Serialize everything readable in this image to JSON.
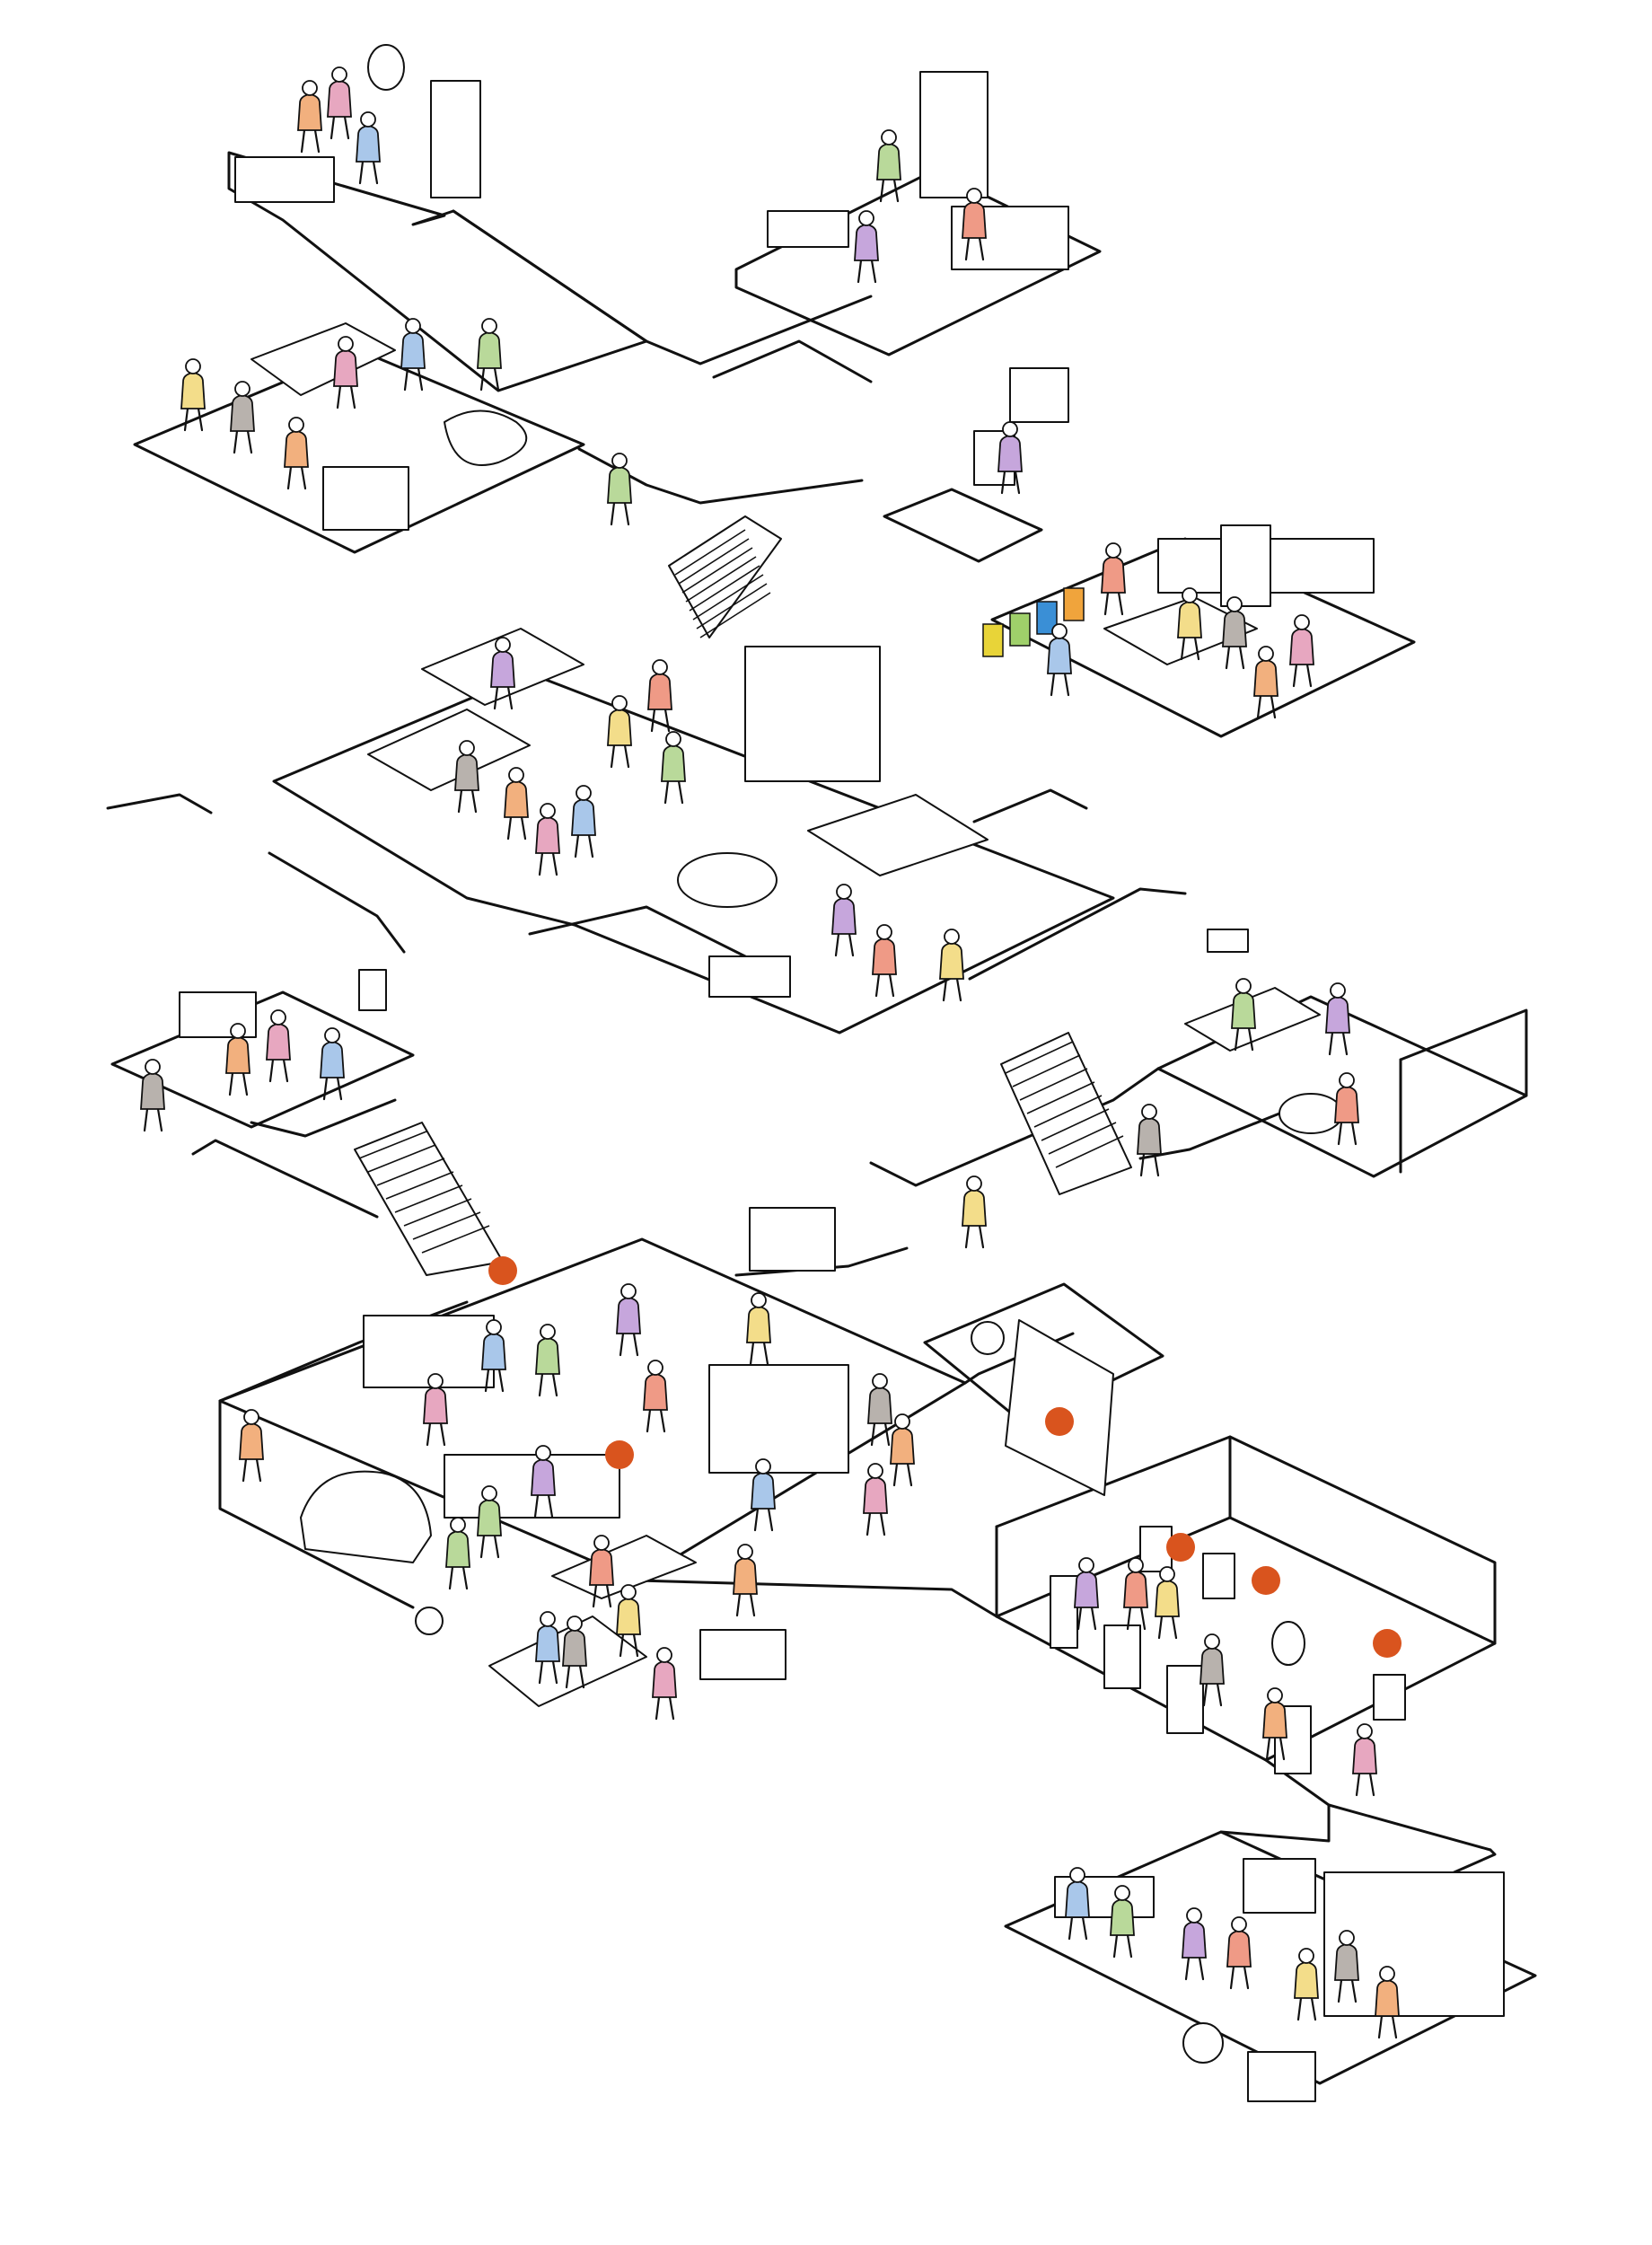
{
  "palette": {
    "ink": "#111111",
    "paper": "#ffffff",
    "marker_orange": "#d9541e",
    "shirt_colors": [
      "#f2b07e",
      "#e7a7c0",
      "#a9c7ea",
      "#b9d99a",
      "#c6a6dc",
      "#ef9a86",
      "#f3dd8a",
      "#b8b2ad"
    ],
    "bins": [
      "#e8d438",
      "#9fd06a",
      "#3a8fd6",
      "#f0a43c"
    ]
  },
  "rooms": [
    {
      "id": "bathroom",
      "people": 3
    },
    {
      "id": "study",
      "people": 3
    },
    {
      "id": "bedroom",
      "people": 6
    },
    {
      "id": "laundry",
      "people": 1
    },
    {
      "id": "kitchen",
      "people": 6
    },
    {
      "id": "living-room",
      "people": 12
    },
    {
      "id": "gallery-entry",
      "people": 4
    },
    {
      "id": "cinema",
      "people": 3
    },
    {
      "id": "workshop-hall",
      "people": 22
    },
    {
      "id": "photo-studio",
      "people": 0
    },
    {
      "id": "exhibition",
      "people": 6
    },
    {
      "id": "garden-terrace",
      "people": 7
    }
  ],
  "markers": [
    {
      "id": "marker-stairs-landing"
    },
    {
      "id": "marker-workbench"
    },
    {
      "id": "marker-photo-backdrop"
    },
    {
      "id": "marker-exhibition-1"
    },
    {
      "id": "marker-exhibition-2"
    },
    {
      "id": "marker-exhibition-3"
    }
  ]
}
